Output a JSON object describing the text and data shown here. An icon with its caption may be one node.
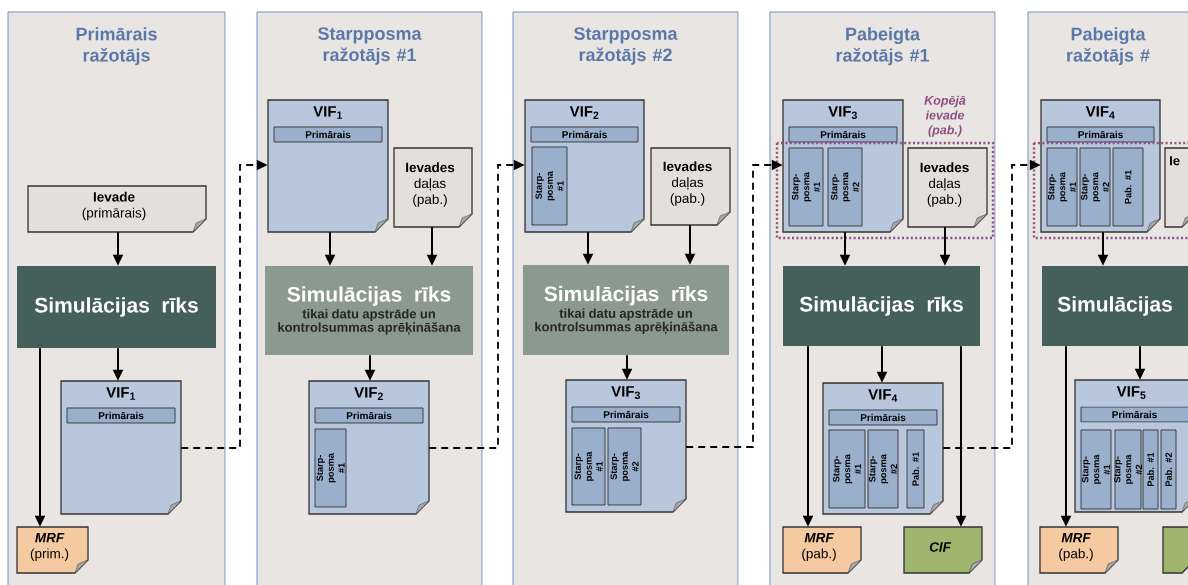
{
  "diagram": {
    "nodes": [
      {
        "text": [
          "Primārais ražotājs"
        ]
      },
      {
        "text": [
          "Ievade",
          "(primārais)"
        ],
        "in": 0
      },
      {
        "text": [
          "Simulācijas rīks"
        ],
        "in": 0
      },
      {
        "text": [
          "VIF$_{1}$"
        ],
        "in": 0
      },
      {
        "text": [
          "Primārais"
        ],
        "in": 3
      },
      {
        "text": [
          "MRF",
          "(prim.)"
        ],
        "in": 0
      },
      {
        "text": [
          "Starpposma ražotājs #1"
        ]
      },
      {
        "text": [
          "VIF$_{1}$"
        ],
        "in": 6
      },
      {
        "text": [
          "Primārais"
        ],
        "in": 7
      },
      {
        "text": [
          "Ievades",
          "daļas (pab.)"
        ],
        "in": 6
      },
      {
        "text": [
          "Simulācijas rīks",
          "tikai datu apstrāde un kontrolsummas aprēķināšana"
        ],
        "in": 6
      },
      {
        "text": [
          "VIF$_{2}$"
        ],
        "in": 6
      },
      {
        "text": [
          "Primārais"
        ],
        "in": 11
      },
      {
        "text": [
          "Starp- posma #1"
        ],
        "in": 11
      },
      {
        "text": [
          "Starpposma ražotājs #2"
        ]
      },
      {
        "text": [
          "VIF$_{2}$"
        ],
        "in": 14
      },
      {
        "text": [
          "Primārais"
        ],
        "in": 15
      },
      {
        "text": [
          "Starp- posma #1"
        ],
        "in": 15
      },
      {
        "text": [
          "Ievades",
          "daļas (pab.)"
        ],
        "in": 14
      },
      {
        "text": [
          "Simulācijas rīks",
          "tikai datu apstrāde un kontrolsummas aprēķināšana"
        ],
        "in": 14
      },
      {
        "text": [
          "VIF$_{3}$"
        ],
        "in": 14
      },
      {
        "text": [
          "Primārais"
        ],
        "in": 20
      },
      {
        "text": [
          "Starp- posma #1"
        ],
        "in": 20
      },
      {
        "text": [
          "Starp- posma #2"
        ],
        "in": 20
      },
      {
        "text": [
          "Pabeigta ražotājs #1"
        ]
      },
      {
        "text": [
          "Kopējā ievade (pab.)"
        ],
        "in": 24
      },
      {
        "text": [
          "VIF$_{3}$"
        ],
        "in": 24
      },
      {
        "text": [
          "Primārais"
        ],
        "in": 26
      },
      {
        "text": [
          "Starp- posma #1"
        ]
      },
      {
        "text": [
          "Starp- posma #2"
        ]
      },
      {
        "text": [
          "Ievades",
          "daļas (pab.)"
        ],
        "in": 25
      },
      {
        "text": [
          "Simulācijas rīks"
        ],
        "in": 24
      },
      {
        "text": [
          "VIF$_{4}$"
        ],
        "in": 24
      },
      {
        "text": [
          "Primārais"
        ],
        "in": 32
      },
      {
        "text": [
          "Starp- posma #1"
        ],
        "in": 32
      },
      {
        "text": [
          "Starp- posma #2"
        ],
        "in": 32
      },
      {
        "text": [
          "Pab. #1"
        ],
        "in": 32
      },
      {
        "text": [
          "MRF",
          "(pab.)"
        ],
        "in": 24
      },
      {
        "text": [
          "CIF"
        ],
        "in": 24
      },
      {
        "text": [
          "Pabeigta ražotājs #"
        ]
      },
      {
        "text": [],
        "shape": "box",
        "in": 39
      },
      {
        "text": [
          "VIF$_{4}$"
        ],
        "in": 39
      },
      {
        "text": [
          "Primārais"
        ],
        "in": 41
      },
      {
        "text": [
          "Starp- posma #1"
        ]
      },
      {
        "text": [
          "Starp- posma #2"
        ]
      },
      {
        "text": [
          "Pab. #1"
        ]
      },
      {
        "text": [
          "Ie"
        ],
        "in": 40
      },
      {
        "text": [
          "Simulācijas"
        ],
        "in": 39
      },
      {
        "text": [
          "VIF$_{5}$"
        ],
        "in": 39
      },
      {
        "text": [
          "Primārais"
        ],
        "in": 48
      },
      {
        "text": [
          "Starp- posma #1"
        ],
        "in": 48
      },
      {
        "text": [
          "Starp- posma #2"
        ],
        "in": 48
      },
      {
        "text": [
          "Pab. #1"
        ],
        "in": 48
      },
      {
        "text": [
          "Pab. #2"
        ],
        "in": 48
      },
      {
        "text": [
          "MRF",
          "(pab.)"
        ],
        "in": 39
      },
      {
        "text": [],
        "shape": "box",
        "in": 39
      }
    ],
    "edges": [
      {
        "from": 1,
        "to": 2,
        "arrow": "to"
      },
      {
        "from": 2,
        "to": 3,
        "arrow": "to"
      },
      {
        "from": 2,
        "to": 5,
        "arrow": "to"
      },
      {
        "from": 3,
        "to": 7,
        "arrow": "to",
        "style": "dashed"
      },
      {
        "from": 7,
        "to": 10,
        "arrow": "to"
      },
      {
        "from": 9,
        "to": 10,
        "arrow": "to"
      },
      {
        "from": 10,
        "to": 11,
        "arrow": "to"
      },
      {
        "from": 11,
        "to": 15,
        "arrow": "to",
        "style": "dashed"
      },
      {
        "from": 15,
        "to": 19,
        "arrow": "to"
      },
      {
        "from": 18,
        "to": 19,
        "arrow": "to"
      },
      {
        "from": 19,
        "to": 20,
        "arrow": "to"
      },
      {
        "from": 20,
        "to": 26,
        "arrow": "to",
        "style": "dashed"
      },
      {
        "from": 26,
        "to": 31,
        "arrow": "to"
      },
      {
        "from": 30,
        "to": 31,
        "arrow": "to"
      },
      {
        "from": 31,
        "to": 32,
        "arrow": "to"
      },
      {
        "from": 31,
        "to": 37,
        "arrow": "to"
      },
      {
        "from": 31,
        "to": 38,
        "arrow": "to"
      },
      {
        "from": 32,
        "to": 41,
        "arrow": "to",
        "style": "dashed"
      },
      {
        "from": 41,
        "to": 47,
        "arrow": "to"
      },
      {
        "from": 47,
        "to": 48,
        "arrow": "to"
      },
      {
        "from": 47,
        "to": 54,
        "arrow": "to"
      }
    ]
  }
}
